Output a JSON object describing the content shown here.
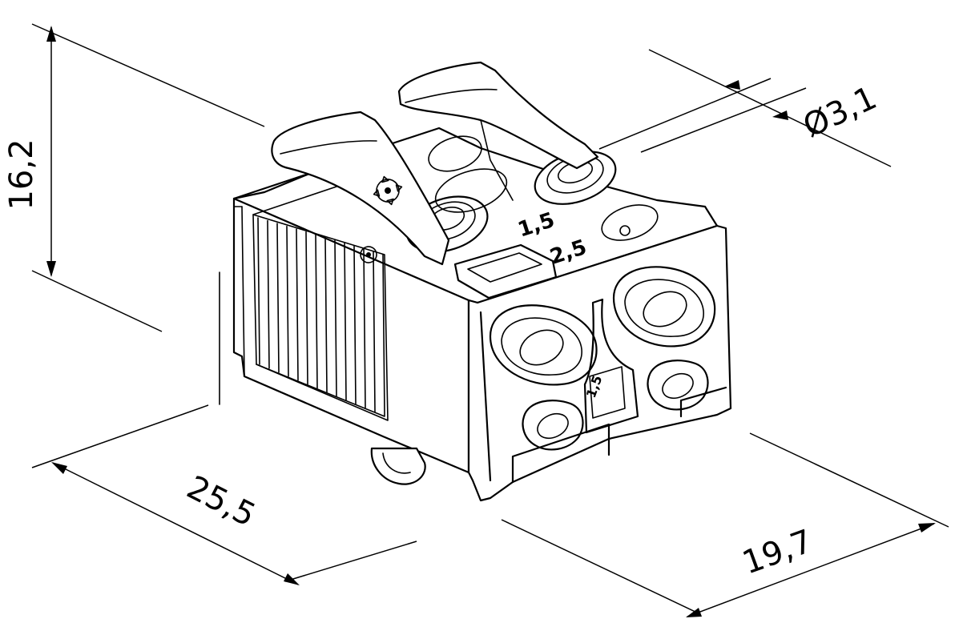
{
  "dimensions": {
    "height": "16,2",
    "length": "25,5",
    "width": "19,7",
    "diameter": "Ø3,1"
  },
  "markings": {
    "top_size_1": "1,5",
    "top_size_2": "2,5",
    "front_label": "1,5"
  }
}
